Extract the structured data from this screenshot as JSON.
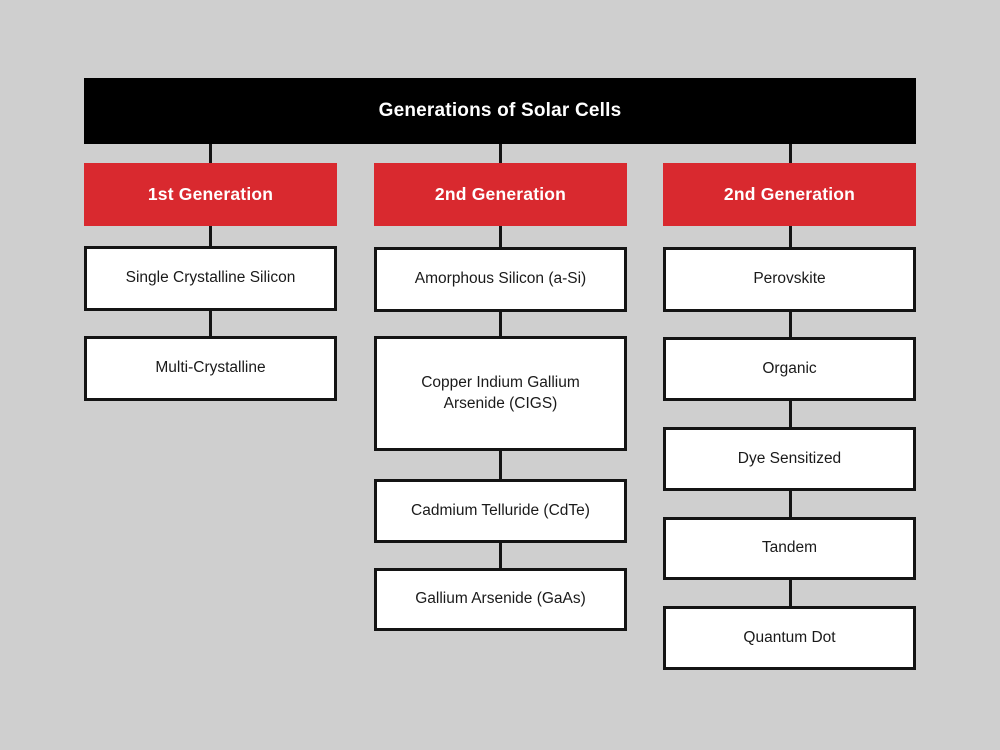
{
  "diagram": {
    "title": "Generations of Solar Cells",
    "background_color": "#cfcfcf",
    "header_color": "#000000",
    "generation_color": "#d9292f",
    "leaf_color": "#ffffff",
    "line_color": "#141414",
    "columns": [
      {
        "generation_label": "1st Generation",
        "items": [
          "Single Crystalline Silicon",
          "Multi-Crystalline"
        ]
      },
      {
        "generation_label": "2nd Generation",
        "items": [
          "Amorphous Silicon (a-Si)",
          "Copper Indium Gallium\nArsenide (CIGS)",
          "Cadmium Telluride (CdTe)",
          "Gallium Arsenide (GaAs)"
        ]
      },
      {
        "generation_label": "2nd Generation",
        "items": [
          "Perovskite",
          "Organic",
          "Dye Sensitized",
          "Tandem",
          "Quantum Dot"
        ]
      }
    ]
  }
}
